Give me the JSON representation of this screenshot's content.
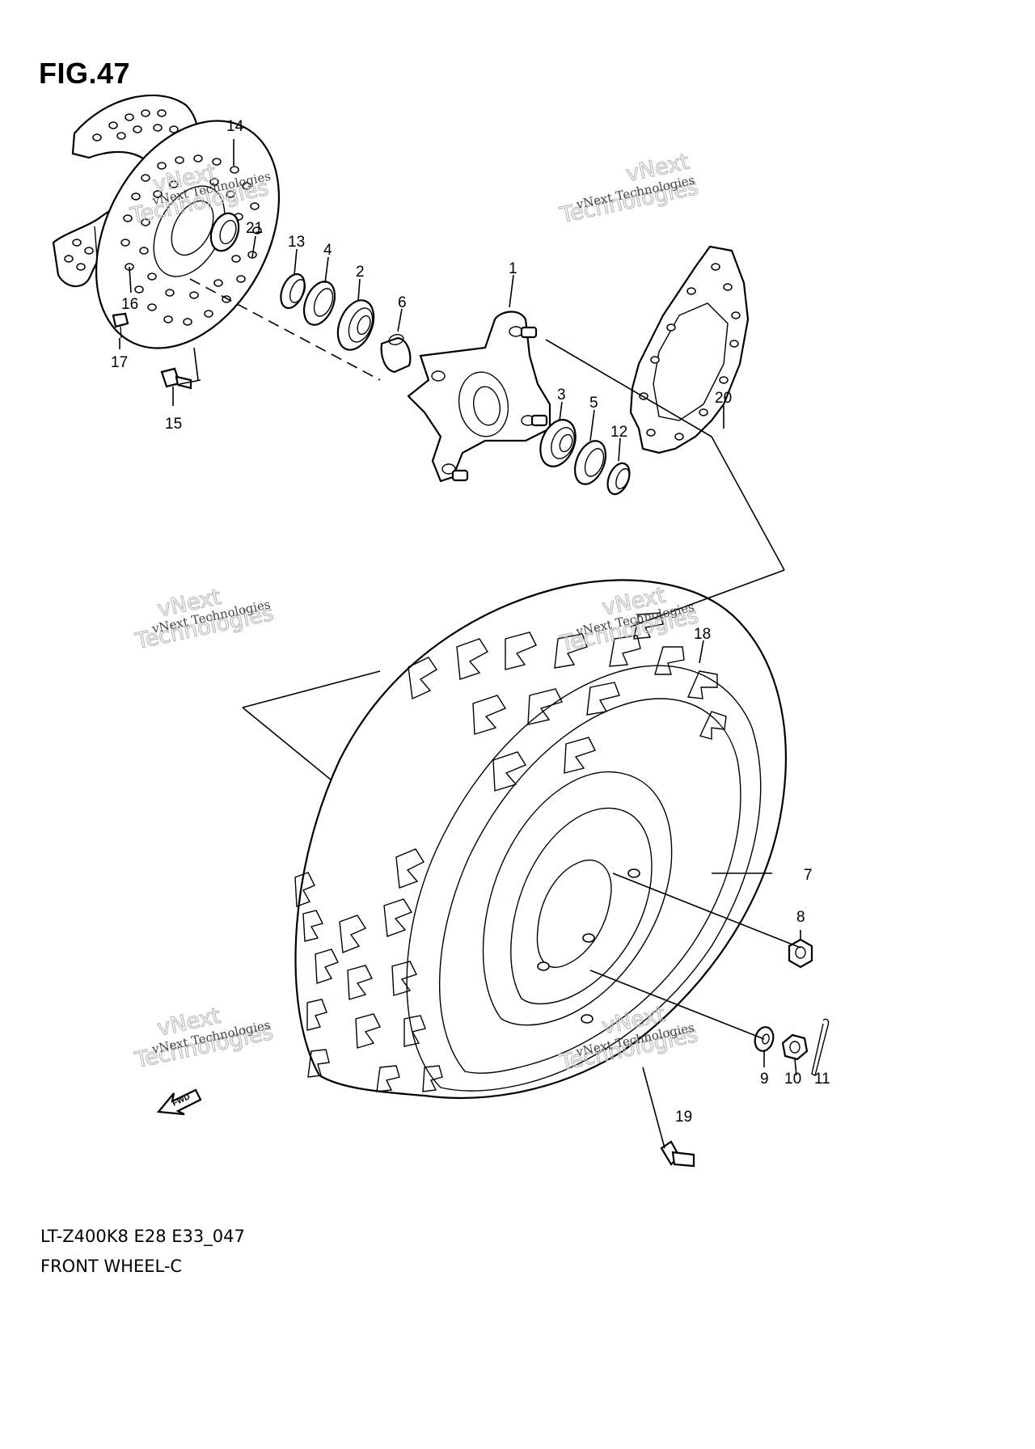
{
  "figure": {
    "title": "FIG.47",
    "model_code": "LT-Z400K8 E28 E33_047",
    "section_name": "FRONT WHEEL-C"
  },
  "watermark": {
    "line1": "vNext Technologies",
    "line2a": "vNext",
    "line2b": "Technologies"
  },
  "callouts": {
    "c1": "1",
    "c2": "2",
    "c3": "3",
    "c4": "4",
    "c5": "5",
    "c6": "6",
    "c7": "7",
    "c8": "8",
    "c9": "9",
    "c10": "10",
    "c11": "11",
    "c12": "12",
    "c13": "13",
    "c14": "14",
    "c15": "15",
    "c16": "16",
    "c17": "17",
    "c18": "18",
    "c19": "19",
    "c20": "20",
    "c21": "21"
  },
  "icons": {
    "forward_arrow": "fwd-arrow-icon",
    "forward_text": "FWD"
  }
}
